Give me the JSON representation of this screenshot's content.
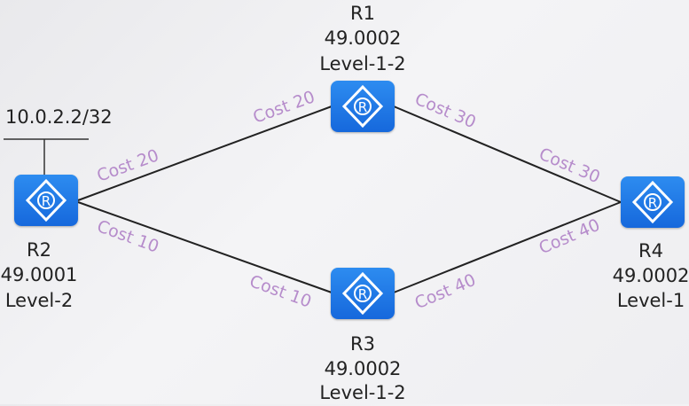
{
  "routers": {
    "r1": {
      "name": "R1",
      "area": "49.0002",
      "level": "Level-1-2"
    },
    "r2": {
      "name": "R2",
      "area": "49.0001",
      "level": "Level-2"
    },
    "r3": {
      "name": "R3",
      "area": "49.0002",
      "level": "Level-1-2"
    },
    "r4": {
      "name": "R4",
      "area": "49.0002",
      "level": "Level-1"
    }
  },
  "prefix": "10.0.2.2/32",
  "links": {
    "r2_r1": {
      "near_r2": "Cost 20",
      "near_r1": "Cost 20"
    },
    "r1_r4": {
      "near_r1": "Cost 30",
      "near_r4": "Cost 30"
    },
    "r2_r3": {
      "near_r2": "Cost 10",
      "near_r3": "Cost 10"
    },
    "r3_r4": {
      "near_r3": "Cost 40",
      "near_r4": "Cost 40"
    }
  },
  "colors": {
    "router": "#1a73e8",
    "cost": "#b68ccb",
    "line": "#222222"
  }
}
